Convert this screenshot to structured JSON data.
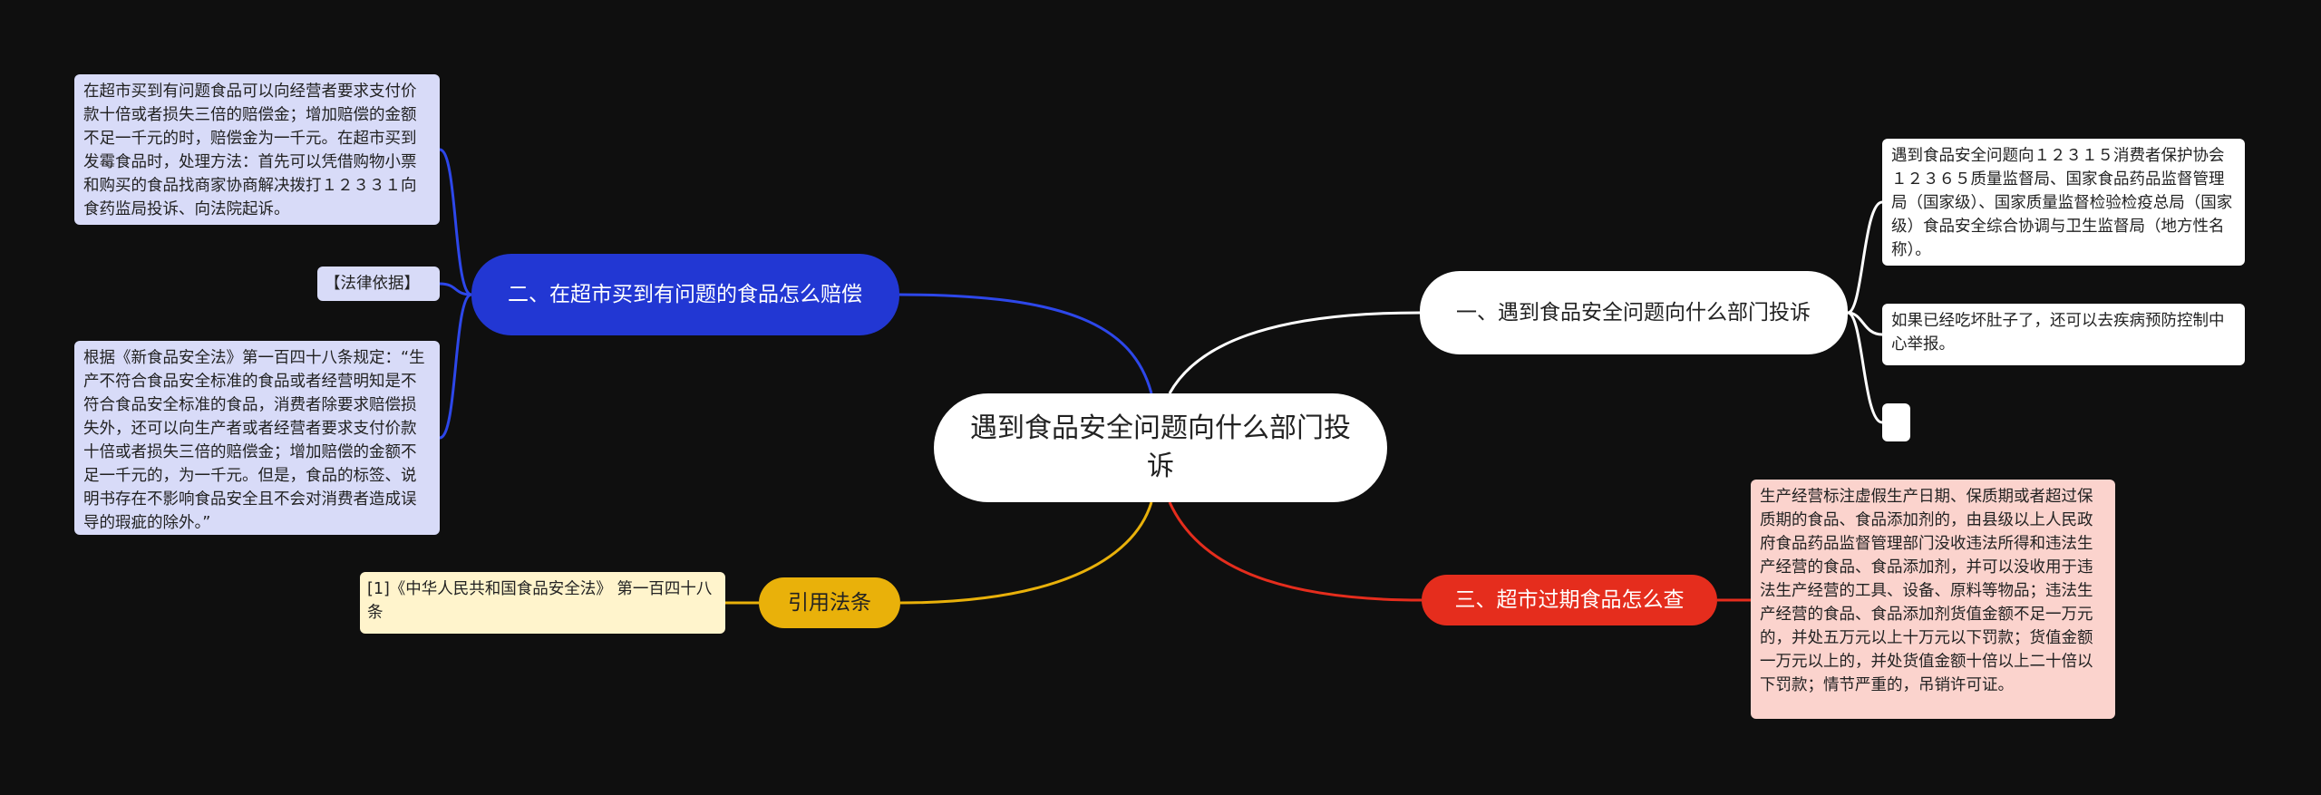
{
  "center": "遇到食品安全问题向什么部门投诉",
  "topics": {
    "right1": "一、遇到食品安全问题向什么部门投诉",
    "left1": "二、在超市买到有问题的食品怎么赔偿",
    "right3": "三、超市过期食品怎么查",
    "left3": "引用法条"
  },
  "leaves": {
    "left1_a": "在超市买到有问题食品可以向经营者要求支付价款十倍或者损失三倍的赔偿金；增加赔偿的金额不足一千元的时，赔偿金为一千元。在超市买到发霉食品时，处理方法：首先可以凭借购物小票和购买的食品找商家协商解决拨打１２３３１向食药监局投诉、向法院起诉。",
    "left1_b": "【法律依据】",
    "left1_c": "根据《新食品安全法》第一百四十八条规定：“生产不符合食品安全标准的食品或者经营明知是不符合食品安全标准的食品，消费者除要求赔偿损失外，还可以向生产者或者经营者要求支付价款十倍或者损失三倍的赔偿金；增加赔偿的金额不足一千元的，为一千元。但是，食品的标签、说明书存在不影响食品安全且不会对消费者造成误导的瑕疵的除外。”",
    "left3_a": "[1]《中华人民共和国食品安全法》 第一百四十八条",
    "right1_a": "遇到食品安全问题向１２３１５消费者保护协会１２３６５质量监督局、国家食品药品监督管理局（国家级）、国家质量监督检验检疫总局（国家级）食品安全综合协调与卫生监督局（地方性名称）。",
    "right1_b": "如果已经吃坏肚子了，还可以去疾病预防控制中心举报。",
    "right1_c": "",
    "right3_a": "生产经营标注虚假生产日期、保质期或者超过保质期的食品、食品添加剂的，由县级以上人民政府食品药品监督管理部门没收违法所得和违法生产经营的食品、食品添加剂，并可以没收用于违法生产经营的工具、设备、原料等物品；违法生产经营的食品、食品添加剂货值金额不足一万元的，并处五万元以上十万元以下罚款；货值金额一万元以上的，并处货值金额十倍以上二十倍以下罚款；情节严重的，吊销许可证。"
  },
  "colors": {
    "background": "#0f0f0f",
    "right1_branch": "#ffffff",
    "left1_branch": "#2237d3",
    "right3_branch": "#e52d1d",
    "left3_branch": "#e9b10a"
  }
}
